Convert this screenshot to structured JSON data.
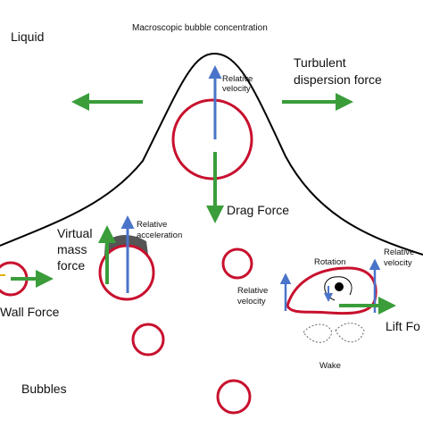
{
  "title": "Macroscopic bubble concentration",
  "regions": {
    "liquid": "Liquid",
    "bubbles": "Bubbles"
  },
  "forces": {
    "turbulent_line1": "Turbulent",
    "turbulent_line2": "dispersion force",
    "drag": "Drag Force",
    "virtual_line1": "Virtual",
    "virtual_line2": "mass",
    "virtual_line3": "force",
    "wall": "Wall Force",
    "lift": "Lift Fo"
  },
  "annotations": {
    "relative_velocity_top_1": "Relative",
    "relative_velocity_top_2": "velocity",
    "relative_accel_1": "Relative",
    "relative_accel_2": "acceleration",
    "rotation": "Rotation",
    "relative_velocity_right_1": "Relative",
    "relative_velocity_right_2": "velocity",
    "relative_velocity_lift_1": "Relative",
    "relative_velocity_lift_2": "velocity",
    "wake": "Wake"
  },
  "colors": {
    "curve": "#000000",
    "bubble": "#c8102e",
    "force_arrow": "#3a9d3a",
    "velocity_arrow": "#4a74c9",
    "wake_shadow": "#555555"
  }
}
